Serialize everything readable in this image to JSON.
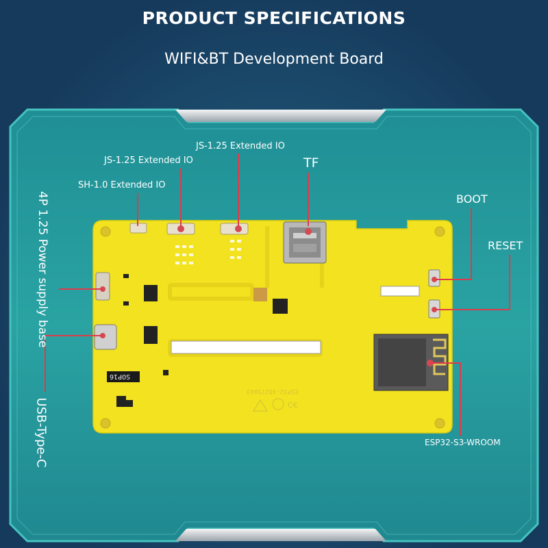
{
  "header": {
    "title": "PRODUCT SPECIFICATIONS",
    "subtitle": "WIFI&BT Development Board"
  },
  "callouts": {
    "sh_extended_io": "SH-1.0 Extended IO",
    "js_extended_io_1": "JS-1.25 Extended IO",
    "js_extended_io_2": "JS-1.25 Extended IO",
    "tf": "TF",
    "boot": "BOOT",
    "reset": "RESET",
    "power_base": "4P 1.25 Power supply base",
    "usb_type_c": "USB-Type-C",
    "module": "ESP32-S3-WROOM"
  },
  "board": {
    "silk_model": "ESP32-4827S043",
    "chip_marking": "SOP16"
  },
  "colors": {
    "background": "#163a5c",
    "frame": "#2fa6a6",
    "pcb": "#f2e21f",
    "leader": "#e03a4a",
    "module": "#3a3a3a"
  }
}
